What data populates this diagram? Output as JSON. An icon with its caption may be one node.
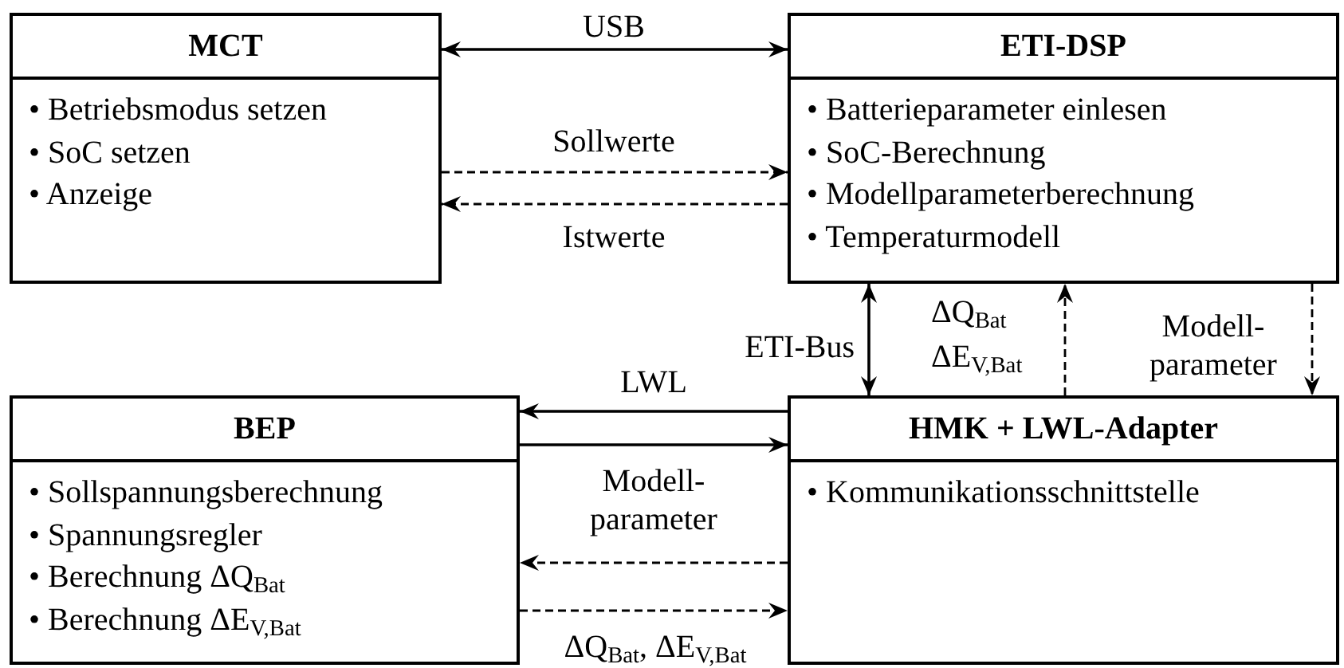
{
  "diagram": {
    "nodes": [
      {
        "text": [
          "MCT",
          "• Betriebsmodus setzen",
          "• SoC setzen",
          "• Anzeige"
        ]
      },
      {
        "text": [
          "ETI-DSP",
          "• Batterieparameter einlesen",
          "• SoC-Berechnung",
          "• Modellparameterberechnung",
          "• Temperaturmodell"
        ]
      },
      {
        "text": [
          "BEP",
          "• Sollspannungsberechnung",
          "• Spannungsregler",
          "• Berechnung ΔQ$_{Bat}$",
          "• Berechnung ΔE$_{V,Bat}$"
        ]
      },
      {
        "text": [
          "HMK + LWL-Adapter",
          "• Kommunikationsschnittstelle"
        ]
      }
    ],
    "edges": [
      {
        "from": 0,
        "to": 1,
        "arrow": "both",
        "label": "USB"
      },
      {
        "from": 0,
        "to": 1,
        "arrow": "to",
        "label": "Sollwerte",
        "style": "dashed"
      },
      {
        "from": 1,
        "to": 0,
        "arrow": "to",
        "label": "Istwerte",
        "style": "dashed"
      },
      {
        "from": 1,
        "to": 3,
        "arrow": "both",
        "label": "ETI-Bus"
      },
      {
        "from": 3,
        "to": 1,
        "arrow": "to",
        "label": "ΔQ$_{Bat}$ ΔE$_{V,Bat}$",
        "style": "dashed"
      },
      {
        "from": 1,
        "to": 3,
        "arrow": "to",
        "label": "Modell- parameter",
        "style": "dashed"
      },
      {
        "from": 3,
        "to": 2,
        "arrow": "to",
        "label": "LWL"
      },
      {
        "from": 2,
        "to": 3,
        "arrow": "to"
      },
      {
        "from": 3,
        "to": 2,
        "arrow": "to",
        "label": "Modell- parameter",
        "style": "dashed"
      },
      {
        "from": 2,
        "to": 3,
        "arrow": "to",
        "label": "ΔQ$_{Bat}$, ΔE$_{V,Bat}$",
        "style": "dashed"
      }
    ]
  }
}
